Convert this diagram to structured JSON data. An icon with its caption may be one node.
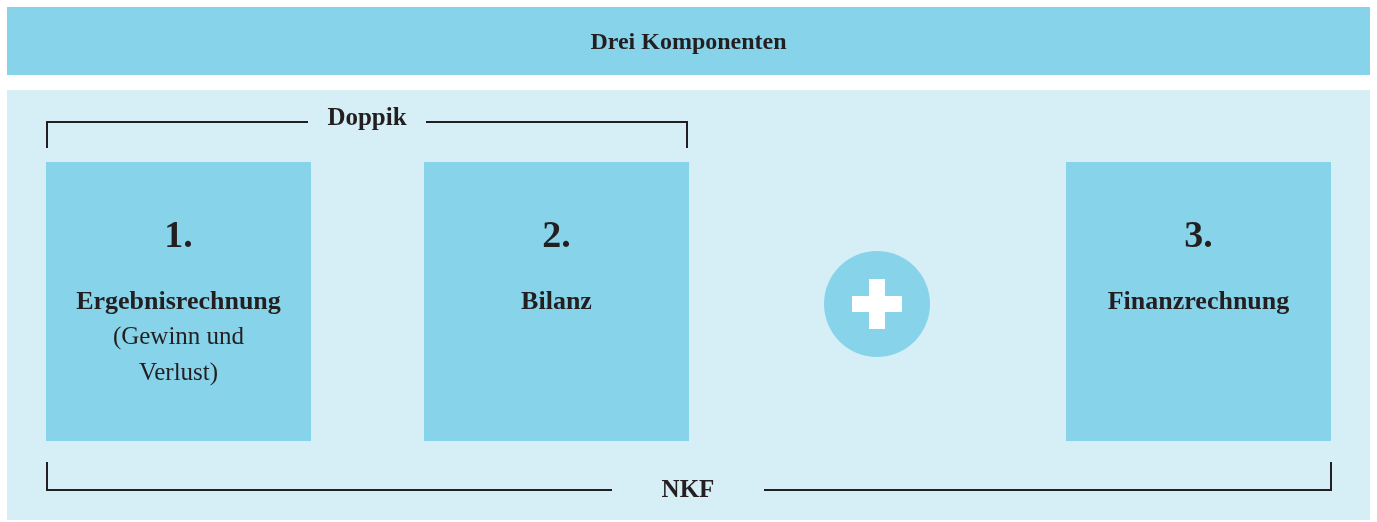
{
  "diagram": {
    "nodes": [
      {
        "text": [
          "Drei Komponenten"
        ]
      },
      {
        "text": [],
        "shape": "box"
      },
      {
        "text": [
          "1.",
          "Ergebnisrechnung",
          "(Gewinn und Verlust)"
        ],
        "in": 1
      },
      {
        "text": [
          "2.",
          "Bilanz"
        ],
        "in": 1
      },
      {
        "text": [
          "3.",
          "Finanzrechnung"
        ],
        "in": 1
      },
      {
        "text": [],
        "shape": "circle",
        "in": 1
      }
    ],
    "labels": [
      "Doppik",
      "NKF"
    ]
  }
}
